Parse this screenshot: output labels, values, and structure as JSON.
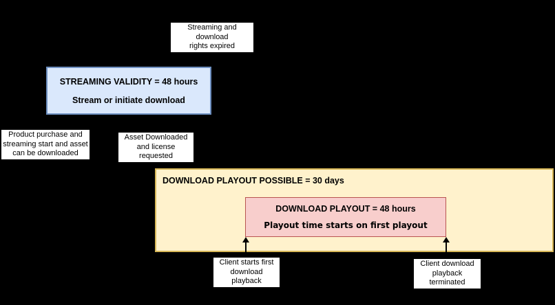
{
  "colors": {
    "background": "#000000",
    "label_bg": "#ffffff",
    "text": "#000000",
    "arrow": "#000000",
    "blue_fill": "#dae8fc",
    "blue_stroke": "#6c8ebf",
    "yellow_fill": "#fff2cc",
    "yellow_stroke": "#d6b656",
    "pink_fill": "#f8cecc",
    "pink_stroke": "#b85450"
  },
  "diagram": {
    "expired_label": {
      "lines": [
        "Streaming and download",
        "rights expired"
      ]
    },
    "streaming_box": {
      "title": "STREAMING VALIDITY = 48 hours",
      "subtitle": "Stream or initiate download"
    },
    "product_label": {
      "lines": [
        "Product purchase and",
        "streaming start and asset",
        "can be downloaded"
      ]
    },
    "asset_label": {
      "lines": [
        "Asset Downloaded",
        "and license requested"
      ]
    },
    "download_possible_box": {
      "title": "DOWNLOAD PLAYOUT POSSIBLE = 30 days"
    },
    "download_playout_box": {
      "title": "DOWNLOAD PLAYOUT = 48 hours",
      "subtitle": "Playout time starts on first playout"
    },
    "client_start_label": {
      "lines": [
        "Client starts first",
        "download playback"
      ]
    },
    "client_terminated_label": {
      "lines": [
        "Client download",
        "playback terminated"
      ]
    }
  }
}
